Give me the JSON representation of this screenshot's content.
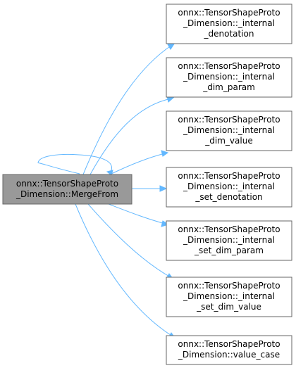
{
  "source": {
    "lines": [
      "onnx::TensorShapeProto",
      "_Dimension::MergeFrom"
    ]
  },
  "targets": [
    {
      "lines": [
        "onnx::TensorShapeProto",
        "_Dimension::_internal",
        "_denotation"
      ]
    },
    {
      "lines": [
        "onnx::TensorShapeProto",
        "_Dimension::_internal",
        "_dim_param"
      ]
    },
    {
      "lines": [
        "onnx::TensorShapeProto",
        "_Dimension::_internal",
        "_dim_value"
      ]
    },
    {
      "lines": [
        "onnx::TensorShapeProto",
        "_Dimension::_internal",
        "_set_denotation"
      ]
    },
    {
      "lines": [
        "onnx::TensorShapeProto",
        "_Dimension::_internal",
        "_set_dim_param"
      ]
    },
    {
      "lines": [
        "onnx::TensorShapeProto",
        "_Dimension::_internal",
        "_set_dim_value"
      ]
    },
    {
      "lines": [
        "onnx::TensorShapeProto",
        "_Dimension::value_case"
      ]
    }
  ],
  "colors": {
    "edge": "#63b8ff",
    "source_fill": "#999999",
    "box_border": "#666666"
  }
}
